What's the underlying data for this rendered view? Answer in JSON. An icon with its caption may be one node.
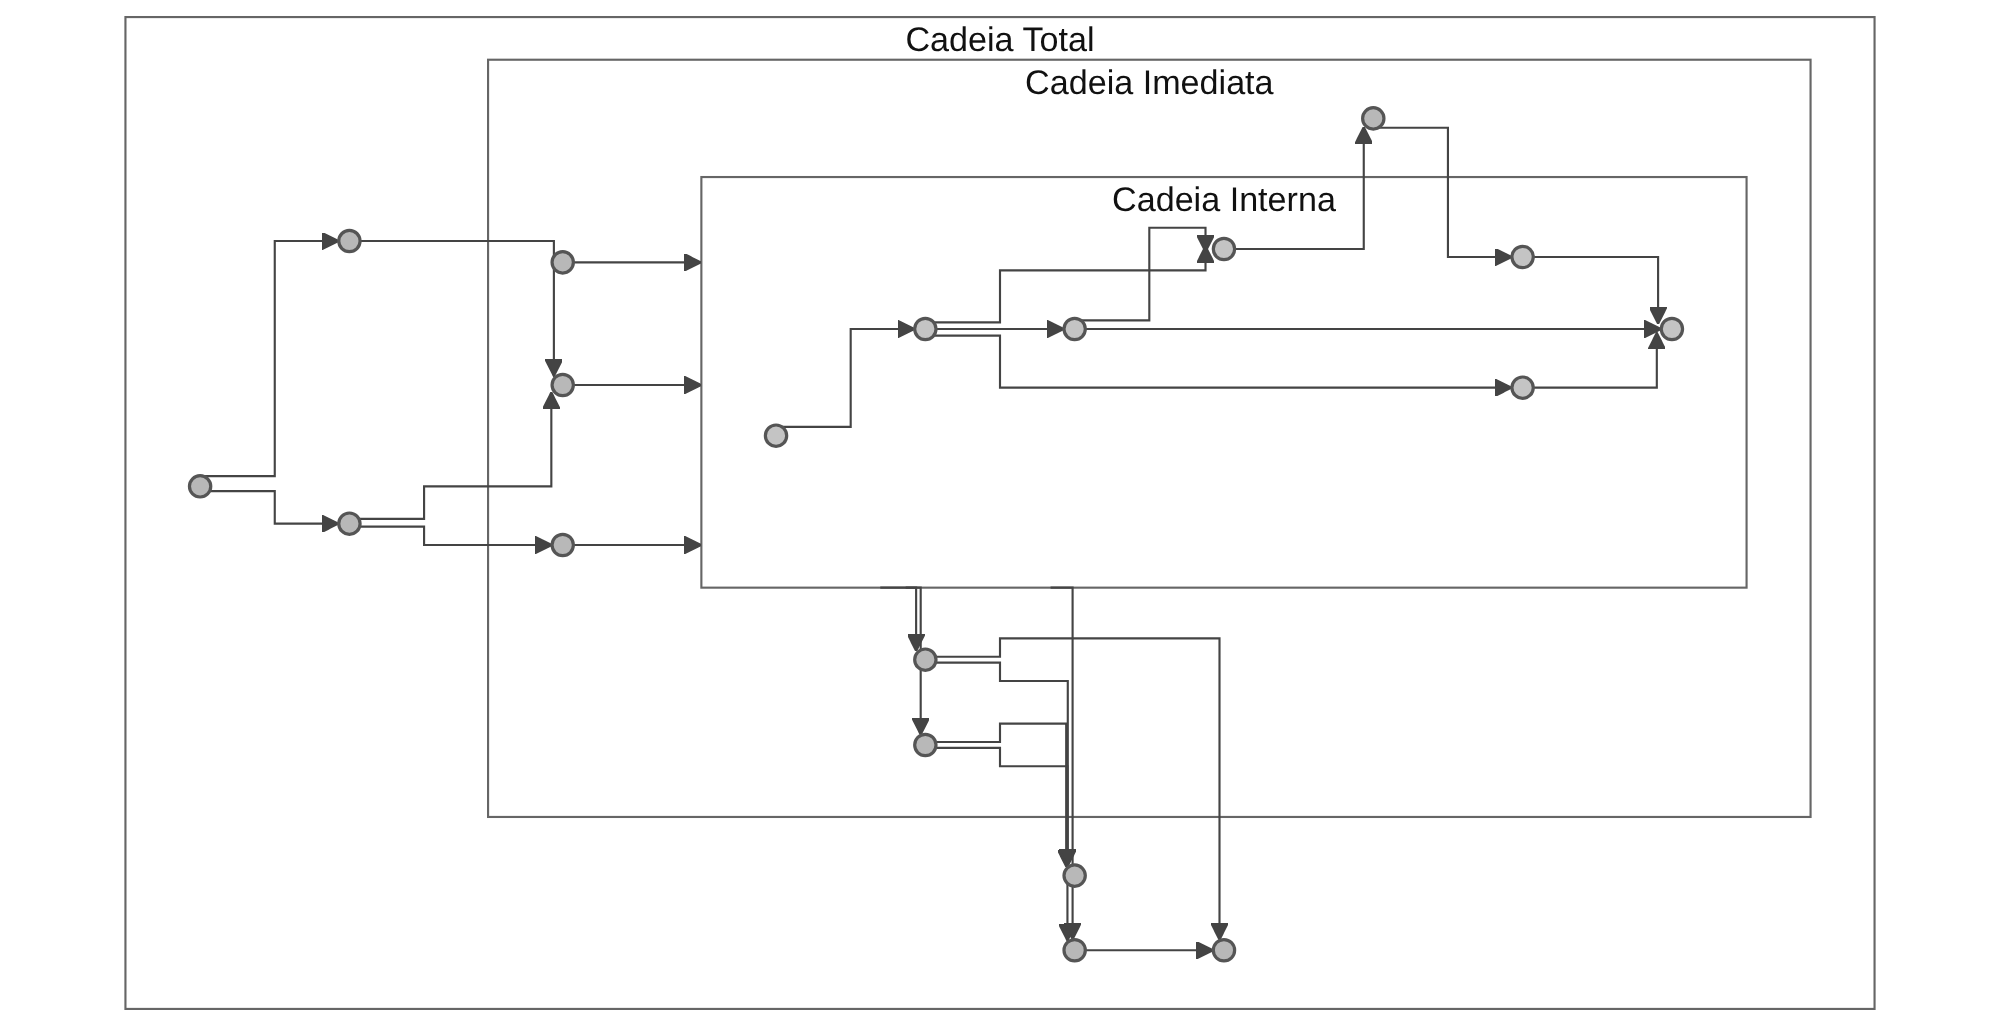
{
  "diagram": {
    "nodes": [
      {
        "text": [
          "Cadeia Total"
        ]
      },
      {
        "text": [
          "Cadeia Imediata"
        ],
        "in": 0
      },
      {
        "text": [
          "Cadeia Interna"
        ],
        "in": 1
      },
      {
        "text": [],
        "shape": "ellipse",
        "in": 1
      },
      {
        "text": [],
        "shape": "ellipse",
        "in": 0
      },
      {
        "text": [],
        "shape": "ellipse",
        "in": 0
      },
      {
        "text": [],
        "shape": "ellipse",
        "in": 1
      },
      {
        "text": [],
        "shape": "ellipse",
        "in": 0
      },
      {
        "text": [],
        "shape": "ellipse",
        "in": 1
      },
      {
        "text": [],
        "shape": "ellipse",
        "in": 1
      },
      {
        "text": [],
        "shape": "ellipse",
        "in": 1
      },
      {
        "text": [],
        "shape": "ellipse",
        "in": 1
      },
      {
        "text": [],
        "shape": "ellipse",
        "in": 0
      },
      {
        "text": [],
        "shape": "ellipse",
        "in": 0
      },
      {
        "text": [],
        "shape": "ellipse",
        "in": 0
      },
      {
        "text": [],
        "shape": "circle",
        "in": 2
      },
      {
        "text": [],
        "shape": "circle",
        "in": 2
      },
      {
        "text": [],
        "shape": "circle",
        "in": 2
      },
      {
        "text": [],
        "shape": "circle",
        "in": 2
      },
      {
        "text": [],
        "shape": "circle",
        "in": 2
      },
      {
        "text": [],
        "shape": "circle",
        "in": 2
      },
      {
        "text": [],
        "shape": "circle",
        "in": 2
      }
    ],
    "edges": [
      {
        "from": 5,
        "to": 4,
        "arrow": "to"
      },
      {
        "from": 5,
        "to": 7,
        "arrow": "to"
      },
      {
        "from": 4,
        "to": 3,
        "arrow": "to"
      },
      {
        "from": 4,
        "to": 6,
        "arrow": "to"
      },
      {
        "from": 7,
        "to": 6,
        "arrow": "to"
      },
      {
        "from": 3,
        "to": 2,
        "arrow": "to"
      },
      {
        "from": 6,
        "to": 2,
        "arrow": "to"
      },
      {
        "from": 8,
        "to": 2,
        "arrow": "to"
      },
      {
        "from": 15,
        "to": 16,
        "arrow": "to"
      },
      {
        "from": 16,
        "to": 17,
        "arrow": "to"
      },
      {
        "from": 16,
        "to": 18,
        "arrow": "to"
      },
      {
        "from": 16,
        "to": 20,
        "arrow": "to"
      },
      {
        "from": 17,
        "to": 19,
        "arrow": "to"
      },
      {
        "from": 18,
        "to": 19,
        "arrow": "to"
      },
      {
        "from": 18,
        "to": 20,
        "arrow": "to"
      },
      {
        "from": 21,
        "to": 19,
        "arrow": "to"
      },
      {
        "from": 20,
        "to": 9,
        "arrow": "to"
      },
      {
        "from": 9,
        "to": 21,
        "arrow": "to"
      },
      {
        "from": 2,
        "to": 10,
        "arrow": "to"
      },
      {
        "from": 2,
        "to": 11,
        "arrow": "to"
      },
      {
        "from": 2,
        "to": 13,
        "arrow": "to"
      },
      {
        "from": 10,
        "to": 12,
        "arrow": "to"
      },
      {
        "from": 10,
        "to": 13,
        "arrow": "to"
      },
      {
        "from": 11,
        "to": 12,
        "arrow": "to"
      },
      {
        "from": 11,
        "to": 14,
        "arrow": "to"
      },
      {
        "from": 13,
        "to": 14,
        "arrow": "to"
      }
    ]
  }
}
